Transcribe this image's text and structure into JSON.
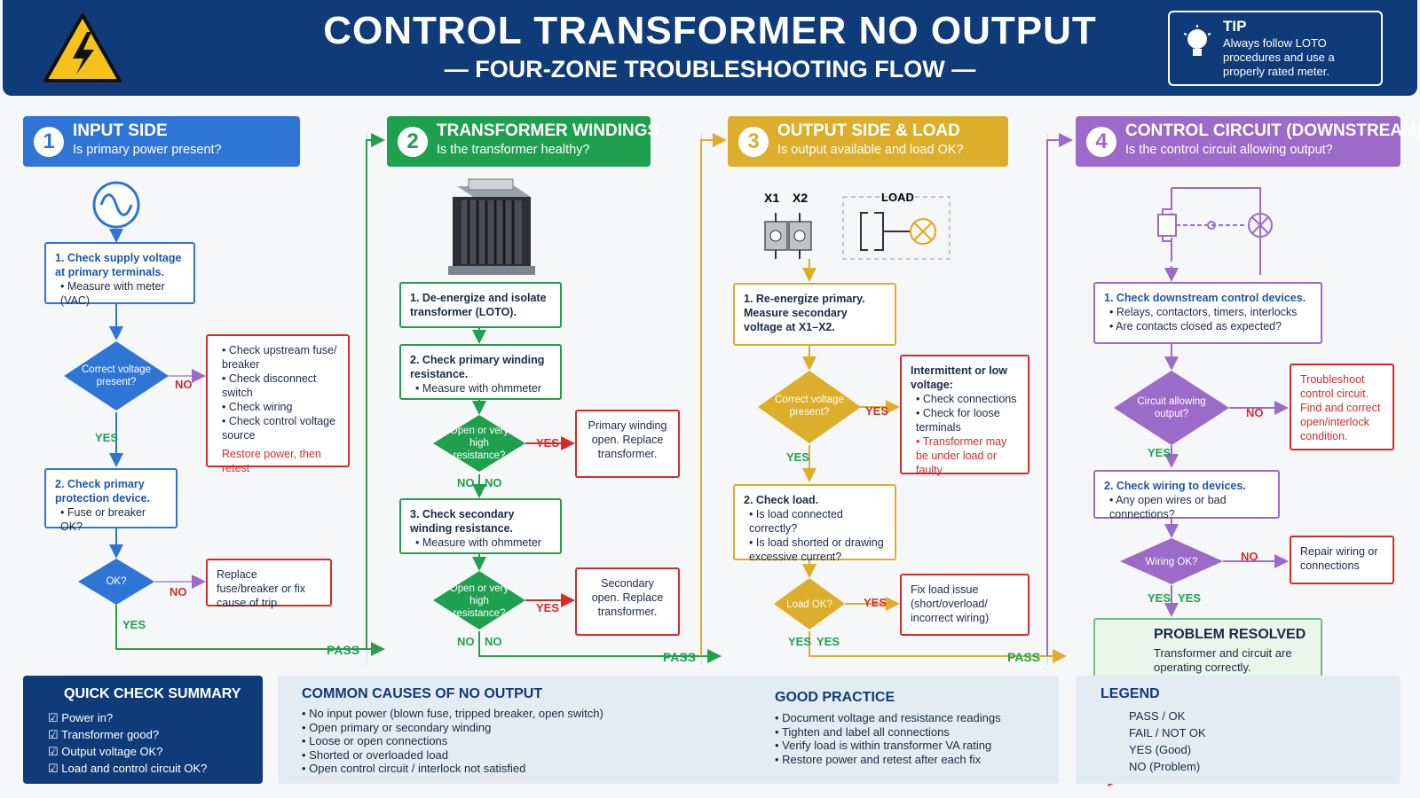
{
  "header": {
    "title": "CONTROL TRANSFORMER NO OUTPUT",
    "subtitle": "— FOUR-ZONE TROUBLESHOOTING FLOW —",
    "warning_icon": "high-voltage-warning-icon",
    "tip_title": "TIP",
    "tip_text": "Always follow LOTO procedures and use a properly rated meter.",
    "tip_icon": "lightbulb-icon"
  },
  "colors": {
    "header": "#0f3c78",
    "zone1": "#2f75d6",
    "zone2": "#1fa04f",
    "zone3": "#dcae2c",
    "zone4": "#9c6ac8",
    "fail": "#d62a2a"
  },
  "zone1": {
    "num": "1",
    "title": "INPUT SIDE",
    "question": "Is primary power present?",
    "icon": "ac-sine-wave-icon",
    "step1_title": "1. Check supply voltage at primary terminals.",
    "step1_items": [
      "Measure with meter (VAC)"
    ],
    "d1": "Correct voltage present?",
    "d1_no": "NO",
    "d1_yes": "YES",
    "fail1_items": [
      "Check upstream fuse/ breaker",
      "Check disconnect switch",
      "Check wiring",
      "Check control voltage source"
    ],
    "fail1_action": "Restore power, then retest",
    "step2_title": "2. Check primary protection device.",
    "step2_items": [
      "Fuse or breaker OK?"
    ],
    "d2": "OK?",
    "d2_no": "NO",
    "d2_yes": "YES",
    "fail2": "Replace fuse/breaker or fix cause of trip",
    "pass": "PASS"
  },
  "zone2": {
    "num": "2",
    "title": "TRANSFORMER WINDINGS",
    "question": "Is the transformer healthy?",
    "image": "control-transformer-photo",
    "step1": "1. De-energize and isolate transformer (LOTO).",
    "step2_title": "2. Check primary winding resistance.",
    "step2_items": [
      "Measure with ohmmeter"
    ],
    "d1": "Open or very high resistance?",
    "d1_yes": "YES",
    "d1_no": "NO",
    "d1_no2": "NO",
    "fail1": "Primary winding open. Replace transformer.",
    "step3_title": "3. Check secondary winding resistance.",
    "step3_items": [
      "Measure with ohmmeter"
    ],
    "d2": "Open or very high resistance?",
    "d2_yes": "YES",
    "d2_no": "NO",
    "d2_no2": "NO",
    "fail2": "Secondary open. Replace transformer.",
    "pass": "PASS"
  },
  "zone3": {
    "num": "3",
    "title": "OUTPUT SIDE & LOAD",
    "question": "Is output available and load OK?",
    "x1": "X1",
    "x2": "X2",
    "load": "LOAD",
    "step1": "1. Re-energize primary. Measure secondary voltage at X1–X2.",
    "d1": "Correct voltage present?",
    "d1_yes": "YES",
    "d1_yes2": "YES",
    "fail1_title": "Intermittent or low voltage:",
    "fail1_items": [
      "Check connections",
      "Check for loose terminals",
      "Transformer may be under load or faulty"
    ],
    "step2_title": "2. Check load.",
    "step2_items": [
      "Is load connected correctly?",
      "Is load shorted or drawing excessive current?"
    ],
    "d2": "Load OK?",
    "d2_no": "YES",
    "d2_yes": "YES",
    "d2_yes2": "YES",
    "fail2": "Fix load issue (short/overload/ incorrect wiring)",
    "pass": "PASS"
  },
  "zone4": {
    "num": "4",
    "title": "CONTROL CIRCUIT (DOWNSTREAM)",
    "question": "Is the control circuit allowing output?",
    "step1_title": "1. Check downstream control devices.",
    "step1_items": [
      "Relays, contactors, timers, interlocks",
      "Are contacts closed as expected?"
    ],
    "d1": "Circuit allowing output?",
    "d1_no": "NO",
    "d1_yes": "YES",
    "fail1": "Troubleshoot control circuit. Find and correct open/interlock condition.",
    "step2_title": "2. Check wiring to devices.",
    "step2_items": [
      "Any open wires or bad connections?"
    ],
    "d2": "Wiring OK?",
    "d2_no": "NO",
    "d2_yes": "YES",
    "d2_yes2": "YES",
    "fail2": "Repair wiring or connections",
    "resolved_title": "PROBLEM RESOLVED",
    "resolved_text": "Transformer and circuit are operating correctly."
  },
  "summary": {
    "title": "QUICK CHECK SUMMARY",
    "items": [
      "Power in?",
      "Transformer good?",
      "Output voltage OK?",
      "Load and control circuit OK?"
    ]
  },
  "causes": {
    "title": "COMMON CAUSES OF NO OUTPUT",
    "items": [
      "No input power (blown fuse, tripped breaker, open switch)",
      "Open primary or secondary winding",
      "Loose or open connections",
      "Shorted or overloaded load",
      "Open control circuit / interlock not satisfied"
    ]
  },
  "practice": {
    "title": "GOOD PRACTICE",
    "items": [
      "Document voltage and resistance readings",
      "Tighten and label all connections",
      "Verify load is within transformer VA rating",
      "Restore power and retest after each fix"
    ]
  },
  "legend": {
    "title": "LEGEND",
    "items": [
      "PASS / OK",
      "FAIL / NOT OK",
      "YES (Good)",
      "NO (Problem)"
    ]
  }
}
